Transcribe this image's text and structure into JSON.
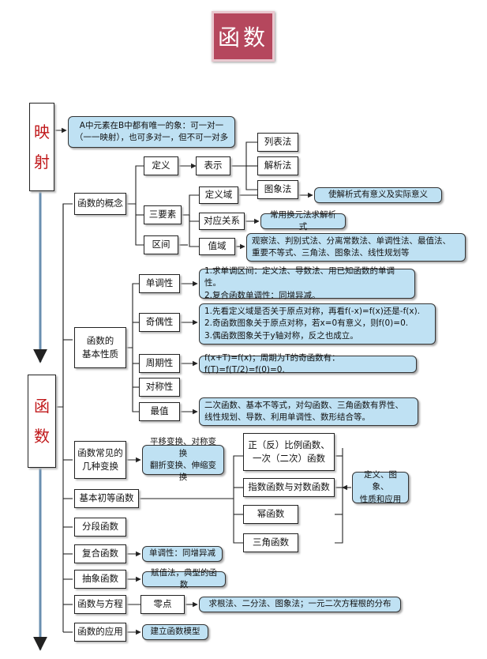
{
  "title": "函数",
  "left": {
    "mapping": [
      "映",
      "射"
    ],
    "function": [
      "函",
      "数"
    ]
  },
  "mapping_note": [
    "A中元素在B中都有唯一的象：可一对一",
    "（一一映射），也可多对一，但不可一对多"
  ],
  "concept": {
    "label": "函数的概念",
    "def": "定义",
    "rep": "表示",
    "rep_items": [
      "列表法",
      "解析法",
      "图象法"
    ],
    "three": "三要素",
    "domain": "定义域",
    "rule": "对应关系",
    "range": "值域",
    "interval": "区间",
    "domain_note": "使解析式有意义及实际意义",
    "rule_note": "常用换元法求解析式",
    "range_note": [
      "观察法、判别式法、分离常数法、单调性法、最值法、",
      "重要不等式、三角法、图象法、线性规划等"
    ]
  },
  "props": {
    "label": [
      "函数的",
      "基本性质"
    ],
    "mono": "单调性",
    "parity": "奇偶性",
    "period": "周期性",
    "sym": "对称性",
    "extreme": "最值",
    "mono_note": [
      "1.求单调区间：定义法、导数法、用已知函数的单调性。",
      "2.复合函数单调性：同增异减。"
    ],
    "parity_note": [
      "1.先看定义域是否关于原点对称，再看f(-x)=f(x)还是-f(x).",
      "2.奇函数图象关于原点对称，若x=0有意义，则f(0)=0.",
      "3.偶函数图象关于y轴对称，反之也成立。"
    ],
    "period_note": "f(x+T)=f(x)；周期为T的奇函数有：f(T)=f(T/2)=f(0)=0.",
    "extreme_note": [
      "二次函数、基本不等式，对勾函数、三角函数有界性、",
      "线性规划、导数、利用单调性、数形结合等。"
    ]
  },
  "kinds": {
    "transform": [
      "函数常见的",
      "几种变换"
    ],
    "transform_note": [
      "平移变换、对称变换",
      "翻折变换、伸缩变换"
    ],
    "elementary": "基本初等函数",
    "prop_items": [
      "正（反）比例函数、",
      "一次（二次）函数"
    ],
    "exp": "指数函数与对数函数",
    "power": "幂函数",
    "trig": "三角函数",
    "elementary_note": [
      "定义、图象、",
      "性质和应用"
    ],
    "piecewise": "分段函数",
    "composite": "复合函数",
    "composite_note": "单调性：同增异减",
    "abstract": "抽象函数",
    "abstract_note": "赋值法，典型的函数",
    "equation": "函数与方程",
    "zero": "零点",
    "zero_note": "求根法、二分法、图象法；一元二次方程根的分布",
    "application": "函数的应用",
    "application_note": "建立函数模型"
  }
}
